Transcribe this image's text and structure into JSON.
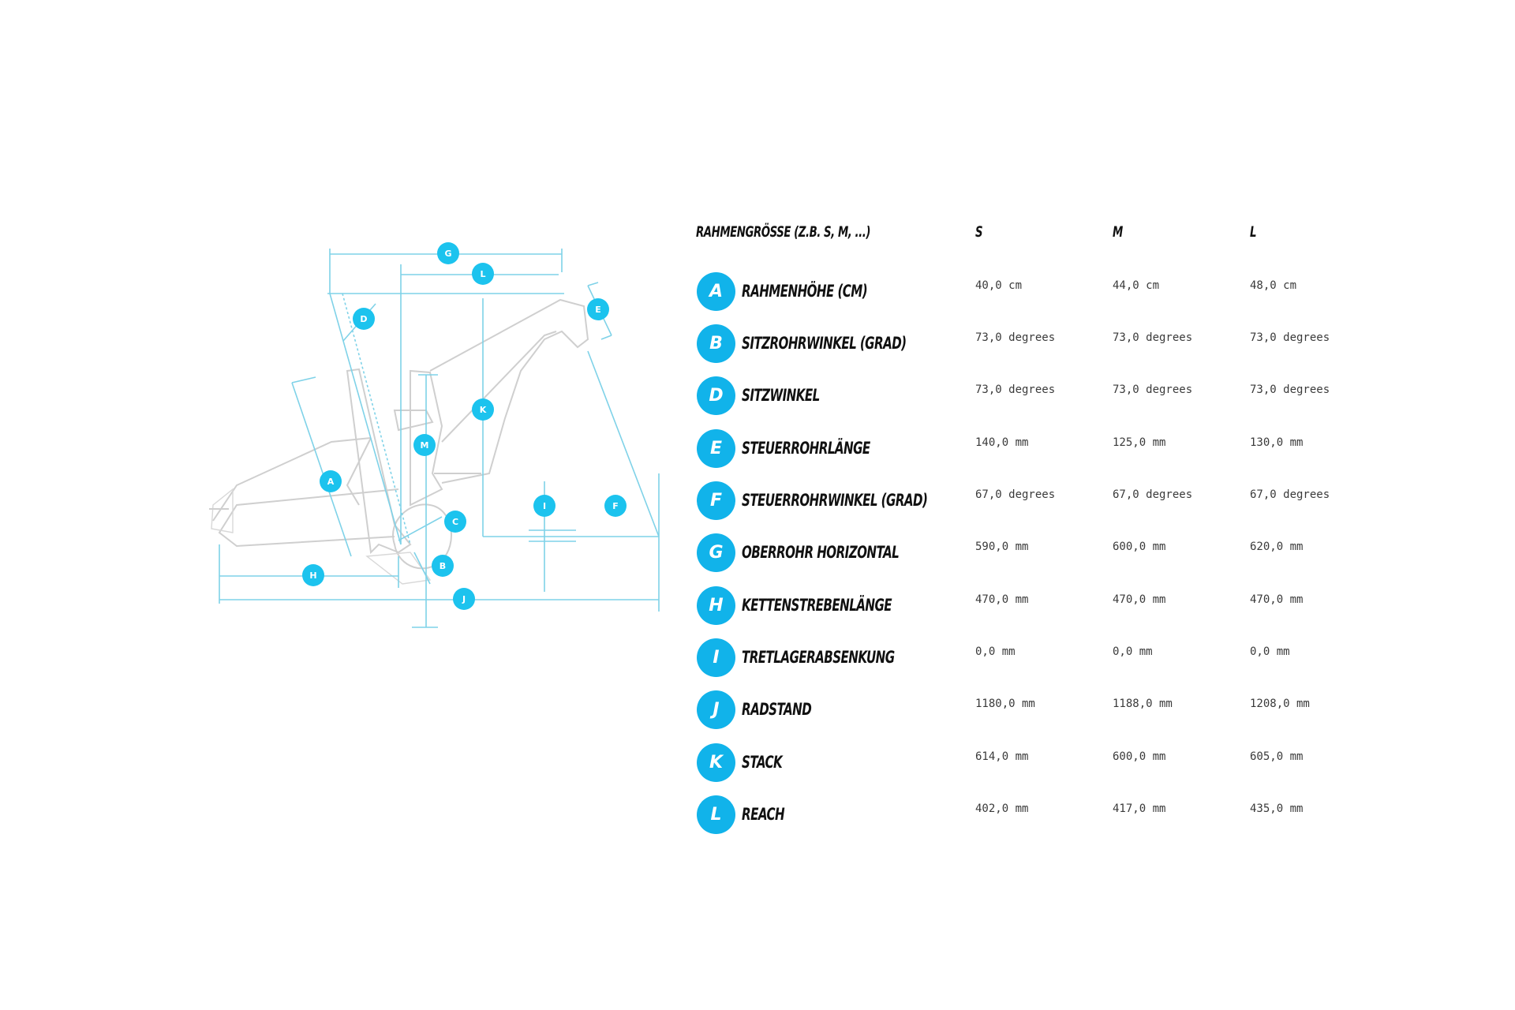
{
  "diagram": {
    "markers": [
      "A",
      "B",
      "C",
      "D",
      "E",
      "F",
      "G",
      "H",
      "I",
      "J",
      "K",
      "L",
      "M"
    ]
  },
  "table": {
    "header": {
      "label": "RAHMENGRÖSSE (Z.B. S, M, ...)",
      "sizes": [
        "S",
        "M",
        "L"
      ]
    },
    "rows": [
      {
        "letter": "A",
        "label": "RAHMENHÖHE (CM)",
        "values": [
          "40,0 cm",
          "44,0 cm",
          "48,0 cm"
        ]
      },
      {
        "letter": "B",
        "label": "SITZROHRWINKEL (GRAD)",
        "values": [
          "73,0 degrees",
          "73,0 degrees",
          "73,0 degrees"
        ]
      },
      {
        "letter": "D",
        "label": "SITZWINKEL",
        "values": [
          "73,0 degrees",
          "73,0 degrees",
          "73,0 degrees"
        ]
      },
      {
        "letter": "E",
        "label": "STEUERROHRLÄNGE",
        "values": [
          "140,0 mm",
          "125,0 mm",
          "130,0 mm"
        ]
      },
      {
        "letter": "F",
        "label": "STEUERROHRWINKEL (GRAD)",
        "values": [
          "67,0 degrees",
          "67,0 degrees",
          "67,0 degrees"
        ]
      },
      {
        "letter": "G",
        "label": "OBERROHR HORIZONTAL",
        "values": [
          "590,0 mm",
          "600,0 mm",
          "620,0 mm"
        ]
      },
      {
        "letter": "H",
        "label": "KETTENSTREBENLÄNGE",
        "values": [
          "470,0 mm",
          "470,0 mm",
          "470,0 mm"
        ]
      },
      {
        "letter": "I",
        "label": "TRETLAGERABSENKUNG",
        "values": [
          "0,0 mm",
          "0,0 mm",
          "0,0 mm"
        ]
      },
      {
        "letter": "J",
        "label": "RADSTAND",
        "values": [
          "1180,0 mm",
          "1188,0 mm",
          "1208,0 mm"
        ]
      },
      {
        "letter": "K",
        "label": "STACK",
        "values": [
          "614,0 mm",
          "600,0 mm",
          "605,0 mm"
        ]
      },
      {
        "letter": "L",
        "label": "REACH",
        "values": [
          "402,0 mm",
          "417,0 mm",
          "435,0 mm"
        ]
      }
    ]
  }
}
